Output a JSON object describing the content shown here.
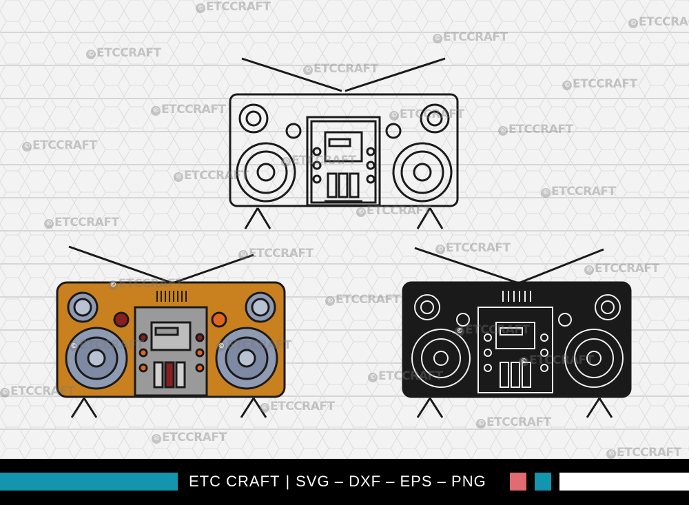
{
  "watermark": {
    "text": "ETCCRAFT",
    "symbol": "©"
  },
  "footer": {
    "brand": "ETC CRAFT",
    "separator": "|",
    "formats": "SVG – DXF – EPS – PNG"
  },
  "colors": {
    "accent_teal": "#1295ad",
    "accent_pink": "#e06b70",
    "body_orange": "#c9801f",
    "panel_gray": "#9a9a9a",
    "speaker_blue": "#8f9bb3"
  },
  "illustrations": [
    {
      "name": "boombox-outline",
      "style": "outline"
    },
    {
      "name": "boombox-color",
      "style": "color"
    },
    {
      "name": "boombox-silhouette",
      "style": "silhouette"
    }
  ]
}
